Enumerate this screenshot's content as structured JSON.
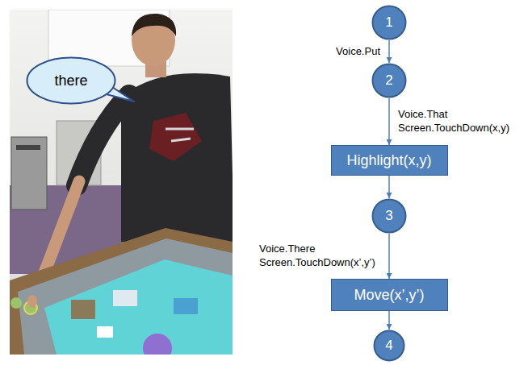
{
  "diagram": {
    "nodes": [
      {
        "text": [
          "there"
        ]
      },
      {
        "text": [
          "1"
        ]
      },
      {
        "text": [
          "2"
        ]
      },
      {
        "text": [
          "Highlight(x,y)"
        ]
      },
      {
        "text": [
          "3"
        ]
      },
      {
        "text": [
          "Move(x’,y’)"
        ]
      },
      {
        "text": [
          "4"
        ]
      }
    ],
    "edges": [
      {
        "from": 1,
        "to": 2,
        "arrow": "to",
        "label": "Voice.Put"
      },
      {
        "from": 2,
        "to": 3,
        "arrow": "to",
        "label": "Voice.That Screen.TouchDown(x,y)"
      },
      {
        "from": 3,
        "to": 4,
        "arrow": "to"
      },
      {
        "from": 4,
        "to": 5,
        "arrow": "to",
        "label": "Voice.There Screen.TouchDown(x’,y’)"
      },
      {
        "from": 5,
        "to": 6,
        "arrow": "to"
      }
    ]
  }
}
